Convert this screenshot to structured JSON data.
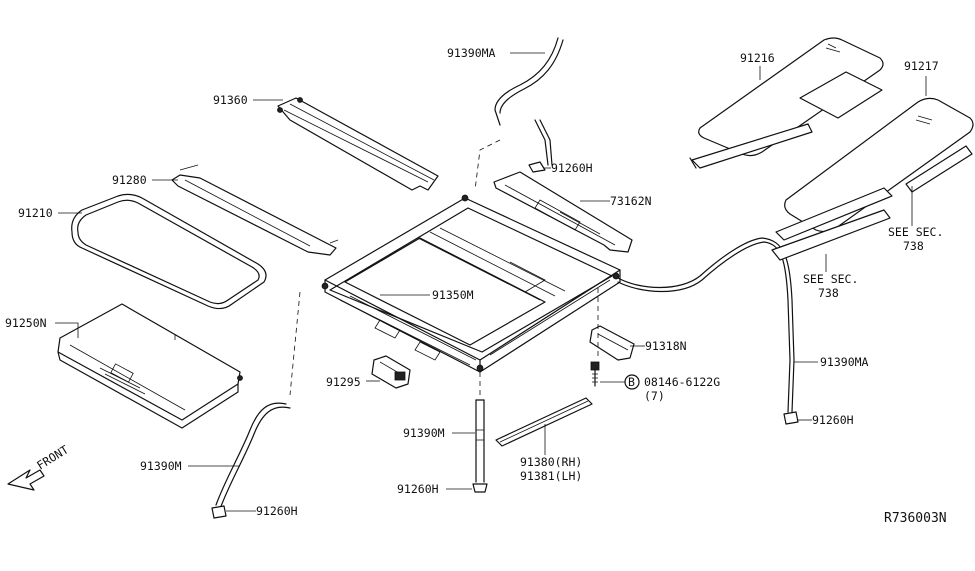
{
  "diagram": {
    "ref_code": "R736003N",
    "front_label": "FRONT",
    "callouts": {
      "p91390MA_top": "91390MA",
      "p91360": "91360",
      "p91280": "91280",
      "p91210": "91210",
      "p91250N": "91250N",
      "p91260H_top": "91260H",
      "p73162N": "73162N",
      "p91350M": "91350M",
      "p91295": "91295",
      "p91318N": "91318N",
      "p91390MA_right": "91390MA",
      "p91260H_right": "91260H",
      "bolt_code": "08146-6122G",
      "bolt_circle": "B",
      "bolt_qty": "(7)",
      "p91390M_center": "91390M",
      "p91260H_center": "91260H",
      "p91380_rh": "91380(RH)",
      "p91381_lh": "91381(LH)",
      "p91390M_left": "91390M",
      "p91260H_left": "91260H",
      "p91216": "91216",
      "p91217": "91217",
      "see_sec_right": "SEE SEC.",
      "see_sec_right_num": "738",
      "see_sec_center": "SEE SEC.",
      "see_sec_center_num": "738"
    }
  }
}
